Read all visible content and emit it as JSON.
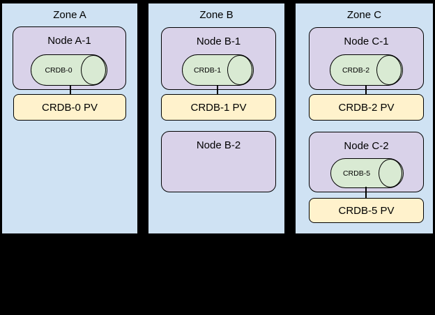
{
  "diagram": {
    "zones": [
      {
        "title": "Zone A",
        "nodes": [
          {
            "title": "Node A-1",
            "cylinder": "CRDB-0",
            "pv": "CRDB-0 PV"
          }
        ]
      },
      {
        "title": "Zone B",
        "nodes": [
          {
            "title": "Node B-1",
            "cylinder": "CRDB-1",
            "pv": "CRDB-1 PV"
          },
          {
            "title": "Node B-2"
          }
        ]
      },
      {
        "title": "Zone C",
        "nodes": [
          {
            "title": "Node C-1",
            "cylinder": "CRDB-2",
            "pv": "CRDB-2 PV"
          },
          {
            "title": "Node C-2",
            "cylinder": "CRDB-5",
            "pv": "CRDB-5 PV"
          }
        ]
      }
    ],
    "colors": {
      "background": "#000000",
      "zone_fill": "#cfe2f3",
      "node_fill": "#d9d2e9",
      "cylinder_fill": "#d9ead3",
      "pv_fill": "#fff2cc",
      "border": "#000000"
    }
  }
}
